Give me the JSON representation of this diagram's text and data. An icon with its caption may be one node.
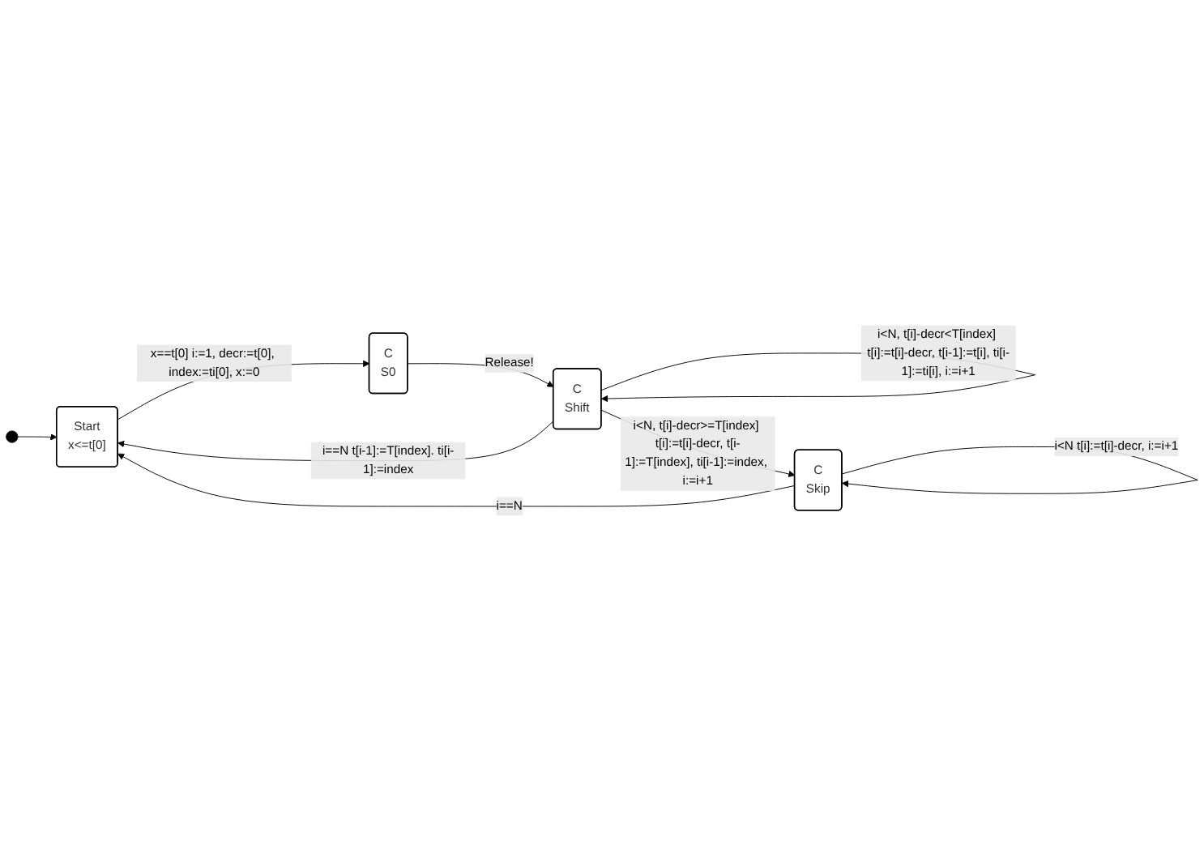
{
  "diagram": {
    "nodes": [
      {
        "text": [],
        "shape": "circle"
      },
      {
        "text": [
          "Start",
          "x<=t[0]"
        ]
      },
      {
        "text": [
          "C",
          "S0"
        ]
      },
      {
        "text": [
          "C",
          "Shift"
        ]
      },
      {
        "text": [
          "C",
          "Skip"
        ]
      }
    ],
    "edges": [
      {
        "from": 0,
        "to": 1,
        "arrow": "to"
      },
      {
        "from": 1,
        "to": 2,
        "arrow": "to",
        "label": "x==t[0] i:=1, decr:=t[0], index:=ti[0], x:=0"
      },
      {
        "from": 2,
        "to": 3,
        "arrow": "to",
        "label": "Release!"
      },
      {
        "from": 3,
        "to": 1,
        "arrow": "to",
        "label": "i==N t[i-1]:=T[index]. ti[i-1]:=index"
      },
      {
        "from": 3,
        "to": 4,
        "arrow": "to",
        "label": "i<N, t[i]-decr>=T[index] t[i]:=t[i]-decr, t[i-1]:=T[index], ti[i-1]:=index, i:=i+1"
      },
      {
        "from": 3,
        "to": 3,
        "arrow": "to",
        "label": "i<N, t[i]-decr<T[index] t[i]:=t[i]-decr, t[i-1]:=t[i], ti[i-1]:=ti[i], i:=i+1"
      },
      {
        "from": 4,
        "to": 4,
        "arrow": "to",
        "label": "i<N t[i]:=t[i]-decr, i:=i+1"
      },
      {
        "from": 4,
        "to": 1,
        "arrow": "to",
        "label": "i==N"
      }
    ]
  }
}
